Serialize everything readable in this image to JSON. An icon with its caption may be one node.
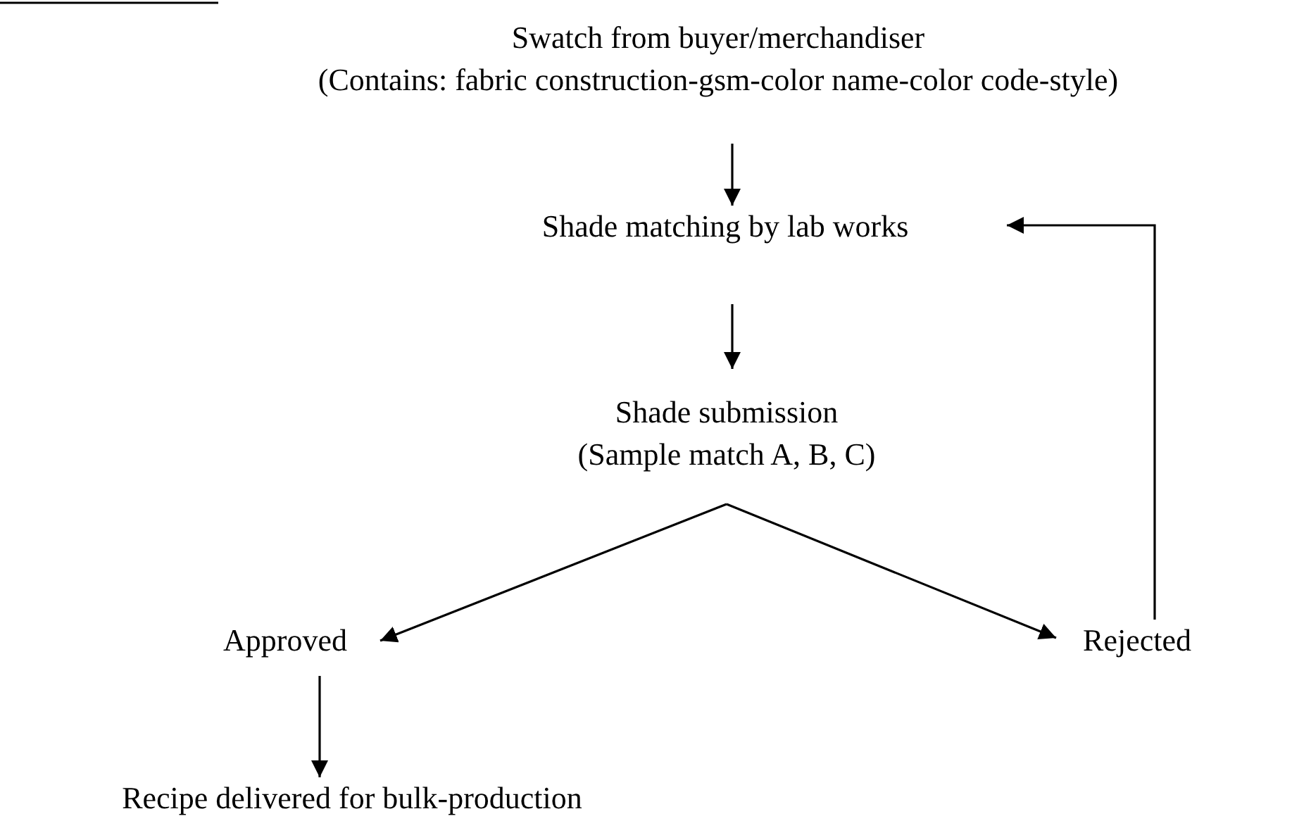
{
  "diagram": {
    "nodes": [
      {
        "text": [
          "Swatch from buyer/merchandiser",
          "(Contains: fabric construction-gsm-color name-color code-style)"
        ]
      },
      {
        "text": [
          "Shade matching by lab works"
        ]
      },
      {
        "text": [
          "Shade submission",
          "(Sample match A, B, C)"
        ]
      },
      {
        "text": [
          "Approved"
        ]
      },
      {
        "text": [
          "Rejected"
        ]
      },
      {
        "text": [
          "Recipe delivered for bulk-production"
        ]
      }
    ],
    "edges": [
      {
        "from": 0,
        "to": 1,
        "arrow": "to"
      },
      {
        "from": 1,
        "to": 2,
        "arrow": "to"
      },
      {
        "from": 2,
        "to": 3,
        "arrow": "to"
      },
      {
        "from": 2,
        "to": 4,
        "arrow": "to"
      },
      {
        "from": 4,
        "to": 1,
        "arrow": "to"
      },
      {
        "from": 3,
        "to": 5,
        "arrow": "to"
      }
    ]
  }
}
